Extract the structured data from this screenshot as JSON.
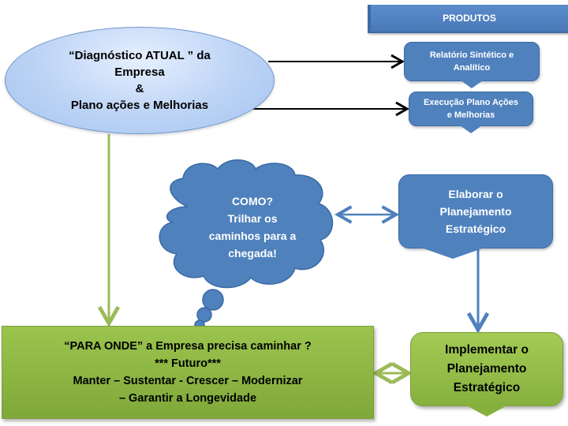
{
  "banner": {
    "label": "PRODUTOS"
  },
  "products": [
    {
      "lines": [
        "Relatório  Sintético  e",
        "Analítico"
      ]
    },
    {
      "lines": [
        "Execução  Plano Ações",
        "e Melhorias"
      ]
    }
  ],
  "diagnostic": {
    "lines": [
      "“Diagnóstico  ATUAL ” da",
      "Empresa",
      "&",
      "Plano ações e Melhorias"
    ]
  },
  "cloud": {
    "lines": [
      "COMO?",
      "Trilhar os",
      "caminhos para  a",
      "chegada!"
    ]
  },
  "elaborate": {
    "lines": [
      "Elaborar  o",
      "Planejamento",
      "Estratégico"
    ]
  },
  "future": {
    "lines": [
      "“PARA ONDE” a Empresa precisa caminhar ?",
      "*** Futuro***",
      "Manter – Sustentar - Crescer – Modernizar",
      "– Garantir a Longevidade"
    ]
  },
  "implement": {
    "lines": [
      "Implementar  o",
      "Planejamento",
      "Estratégico"
    ]
  },
  "colors": {
    "blue_box": "#4f81bd",
    "green_box": "#9bbb59",
    "ellipse": "#bcd3f5",
    "arrow_black": "#000000",
    "arrow_green": "#9bbb59",
    "arrow_blue": "#4f81bd"
  }
}
